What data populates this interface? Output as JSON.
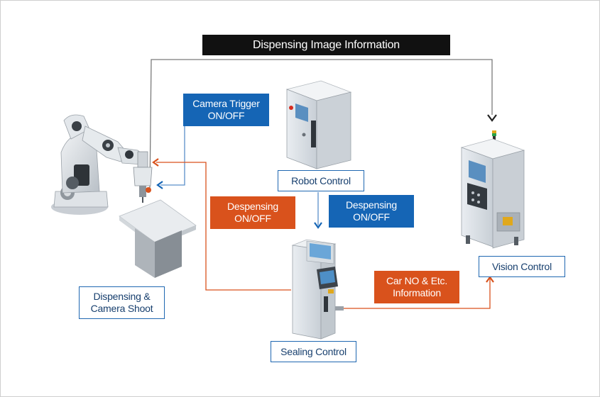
{
  "title": "Dispensing Image Information",
  "labels": {
    "camera_trigger": [
      "Camera Trigger",
      "ON/OFF"
    ],
    "robot_control": "Robot Control",
    "despensing_left": [
      "Despensing",
      "ON/OFF"
    ],
    "despensing_right": [
      "Despensing",
      "ON/OFF"
    ],
    "dispensing_camera": [
      "Dispensing &",
      "Camera Shoot"
    ],
    "sealing_control": "Sealing Control",
    "car_no": [
      "Car NO & Etc.",
      "Information"
    ],
    "vision_control": "Vision Control"
  },
  "colors": {
    "title_bg": "#111111",
    "blue": "#1565b5",
    "orange": "#d9521c",
    "gray_line": "#7a7a7a",
    "blue_line": "#5b8fc9",
    "orange_line": "#d9521c"
  }
}
